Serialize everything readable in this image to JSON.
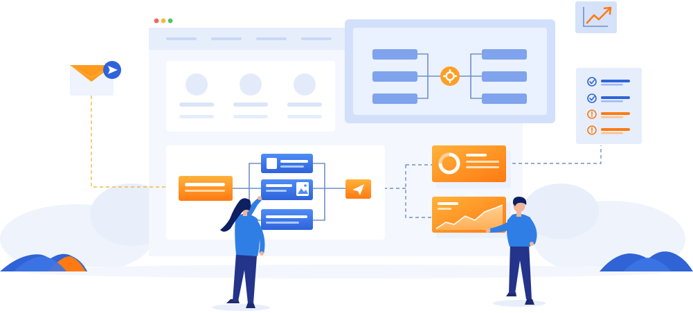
{
  "colors": {
    "blue_primary": "#3f7bf0",
    "blue_dark": "#1f3f9e",
    "orange_primary": "#ff9a1f",
    "orange_dark": "#ff7a12",
    "panel_light": "#eaf1ff",
    "line_blue": "#6f8fc4",
    "line_orange": "#f5b547",
    "mountain_blue": "#2f63d6",
    "mountain_orange": "#ff7a12"
  },
  "icons": {
    "send": "paper-plane-icon",
    "gear": "gear-icon",
    "email": "envelope-icon",
    "trend": "trend-up-icon",
    "check": "check-circle-icon",
    "warning": "exclamation-circle-icon",
    "image": "image-icon"
  },
  "checklist": {
    "items": [
      {
        "status": "done"
      },
      {
        "status": "done"
      },
      {
        "status": "warning"
      },
      {
        "status": "warning"
      }
    ]
  },
  "browser": {
    "window_controls": [
      "red",
      "yellow",
      "green"
    ]
  }
}
